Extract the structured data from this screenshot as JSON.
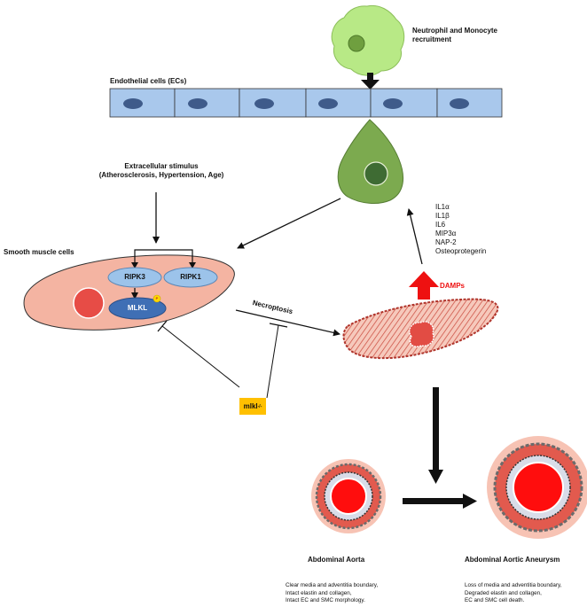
{
  "neutrophil_label": "Neutrophil and Monocyte recruitment",
  "endothelial_label": "Endothelial cells (ECs)",
  "stimulus": {
    "title": "Extracellular stimulus",
    "causes": "(Atherosclerosis, Hypertension, Age)"
  },
  "smc_label": "Smooth muscle cells",
  "ripk3": "RIPK3",
  "ripk1": "RIPK1",
  "mlkl": "MLKL",
  "phospho": "P",
  "necroptosis": "Necroptosis",
  "damps": "DAMPs",
  "cytokines": [
    "IL1α",
    "IL1β",
    "IL6",
    "MIP3α",
    "NAP-2",
    "Osteoprotegerin"
  ],
  "knockout": {
    "gene": "mlkl",
    "genotype": "-/-"
  },
  "aorta": {
    "title": "Abdominal Aorta",
    "notes": [
      "Clear media and adventitia boundary,",
      "Intact elastin and collagen,",
      "Intact EC and SMC morphology."
    ]
  },
  "aneurysm": {
    "title": "Abdominal Aortic Aneurysm",
    "notes": [
      "Loss of media and adventitia boundary,",
      "Degraded elastin and collagen,",
      "EC and SMC cell death."
    ]
  },
  "colors": {
    "neutrophil": "#b8e986",
    "endothelial": "#a9c8ec",
    "nucleus": "#3f5b8a",
    "monocyte": "#7caa4f",
    "smc": "#f4b4a2",
    "ripk": "#9cc3ea",
    "mlkl_fill": "#3f6fb5",
    "damps_arrow": "#ee1111",
    "knockout": "#ffc000"
  }
}
